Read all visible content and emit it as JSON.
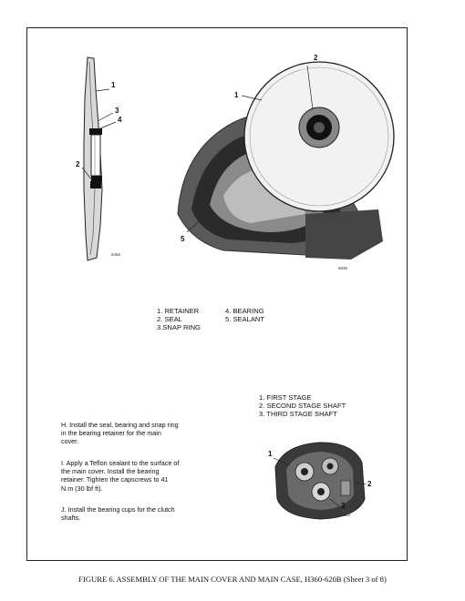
{
  "figure1": {
    "fig_number": "6456",
    "callouts": [
      "1",
      "2",
      "3",
      "4"
    ]
  },
  "figure2": {
    "fig_number": "6636",
    "callouts": [
      "1",
      "2",
      "5"
    ]
  },
  "legend_parts": {
    "col1": [
      "1. RETAINER",
      "2. SEAL",
      "3.SNAP RING"
    ],
    "col2": [
      "4. BEARING",
      "5. SEALANT"
    ]
  },
  "legend_shafts": [
    "1. FIRST STAGE",
    "2. SECOND STAGE SHAFT",
    "3. THIRD STAGE SHAFT"
  ],
  "instructions": {
    "h": [
      "H. Install the seal, bearing and snap ring",
      "in the bearing retainer for the main",
      "cover."
    ],
    "i": [
      "I. Apply a Teflon sealant to the surface of",
      "the main cover. Install the bearing",
      "retainer. Tighten the capscrews to 41",
      "N.m (30 lbf ft)."
    ],
    "j": [
      "J. Install the bearing cups for the clutch",
      "shafts."
    ]
  },
  "figure3": {
    "fig_number": "6663",
    "callouts": [
      "1",
      "2",
      "3"
    ]
  },
  "caption": "FIGURE 6. ASSEMBLY OF THE MAIN COVER AND MAIN CASE, H360-620B (Sheet 3 of 8)"
}
